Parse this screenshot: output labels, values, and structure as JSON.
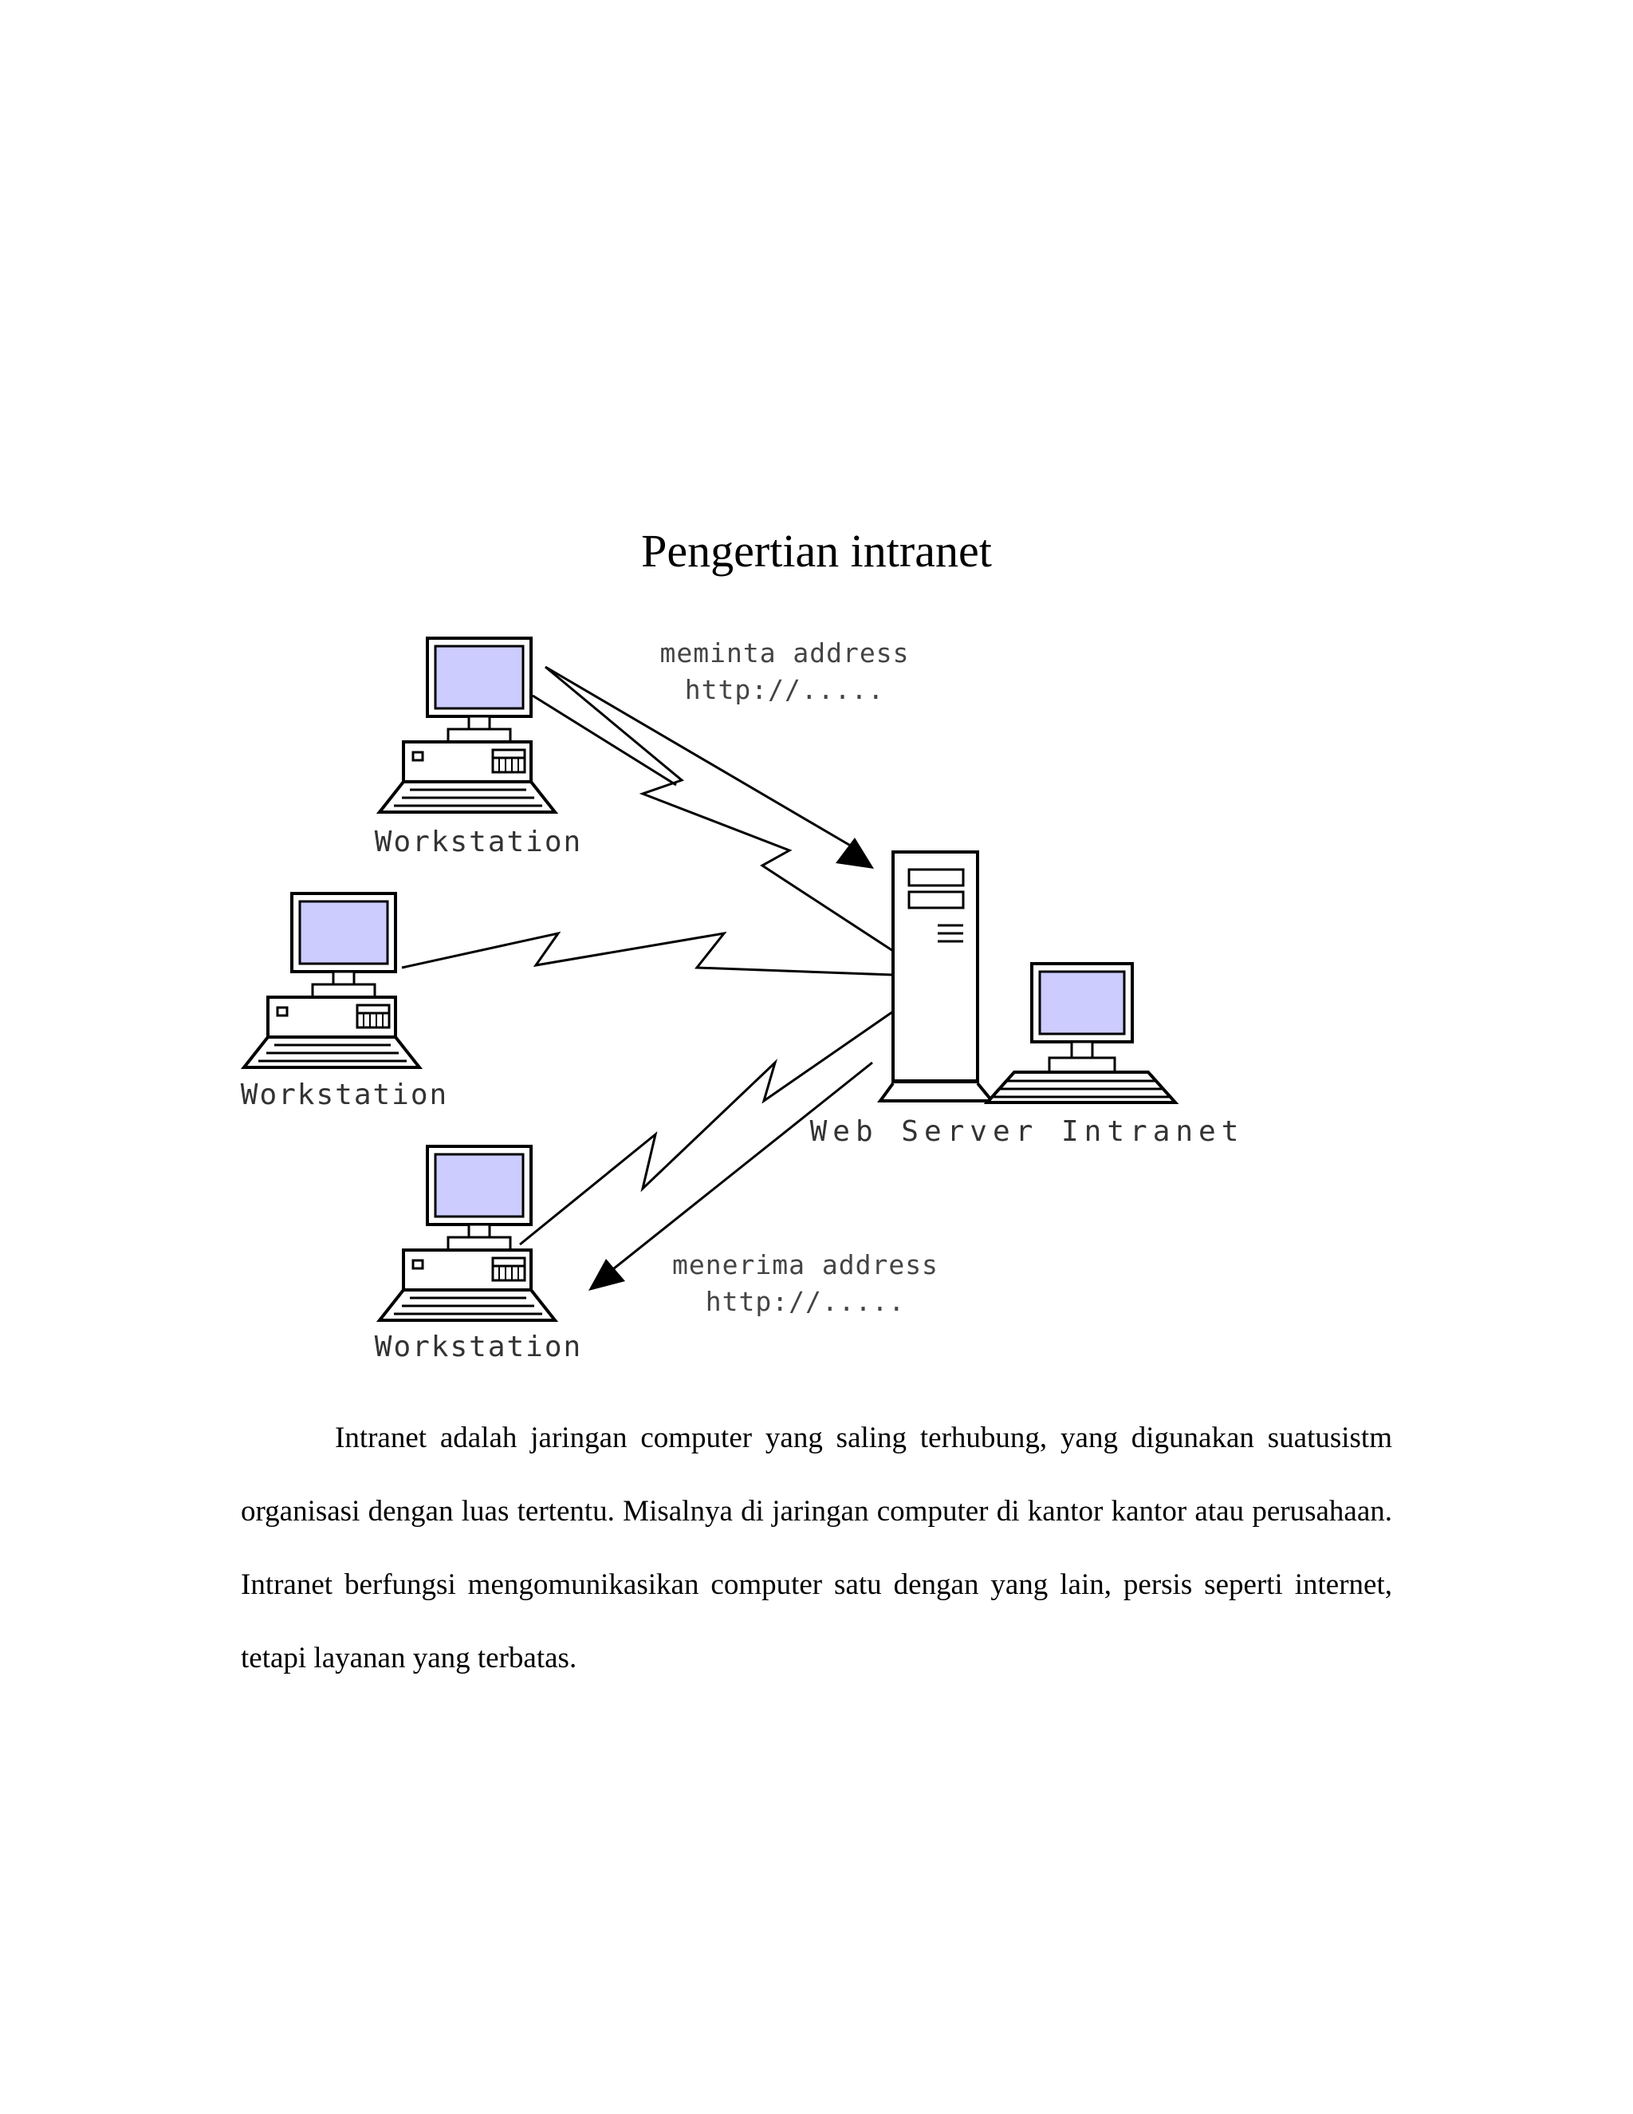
{
  "page": {
    "title": "Pengertian intranet",
    "paragraph": "Intranet adalah jaringan computer yang saling terhubung, yang digunakan suatusistm organisasi dengan luas tertentu. Misalnya di jaringan computer di kantor kantor atau perusahaan. Intranet berfungsi mengomunikasikan computer satu dengan yang lain, persis seperti internet, tetapi layanan yang terbatas."
  },
  "diagram": {
    "workstation_top_label": "Workstation",
    "workstation_mid_label": "Workstation",
    "workstation_bottom_label": "Workstation",
    "server_label": "Web Server Intranet",
    "request_text": "meminta address",
    "request_url": "http://.....",
    "response_text": "menerima address",
    "response_url": "http://....."
  },
  "colors": {
    "screen": "#ccccff",
    "line": "#000000",
    "label": "#333333"
  }
}
